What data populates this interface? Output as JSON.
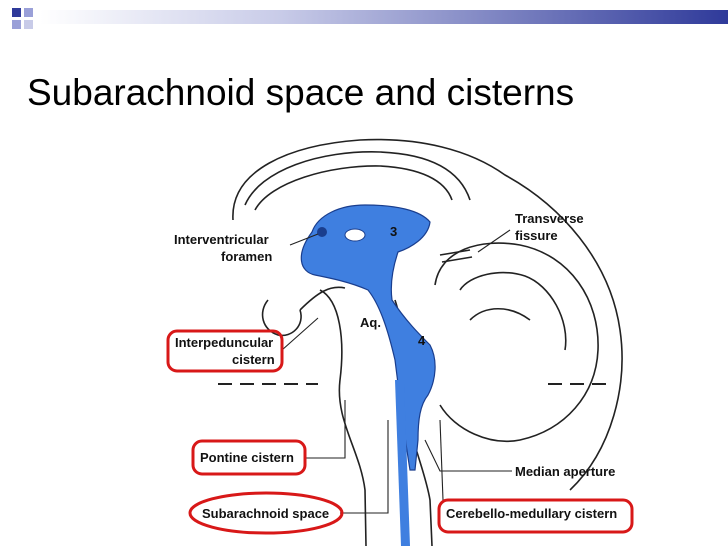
{
  "slide": {
    "title": "Subarachnoid space and cisterns"
  },
  "diagram": {
    "labels": {
      "interventricular_line1": "Interventricular",
      "interventricular_line2": "foramen",
      "transverse_line1": "Transverse",
      "transverse_line2": "fissure",
      "aq": "Aq.",
      "ventricle3": "3",
      "ventricle4": "4",
      "interpeduncular_line1": "Interpeduncular",
      "interpeduncular_line2": "cistern",
      "pontine": "Pontine cistern",
      "median_aperture": "Median aperture",
      "subarachnoid": "Subarachnoid space",
      "cerebello": "Cerebello-medullary cistern"
    }
  },
  "colors": {
    "csf_blue": "#3f7fe0",
    "highlight_red": "#d81818",
    "header_blue": "#2f3a9a",
    "header_accent": "#9aa0d8"
  }
}
